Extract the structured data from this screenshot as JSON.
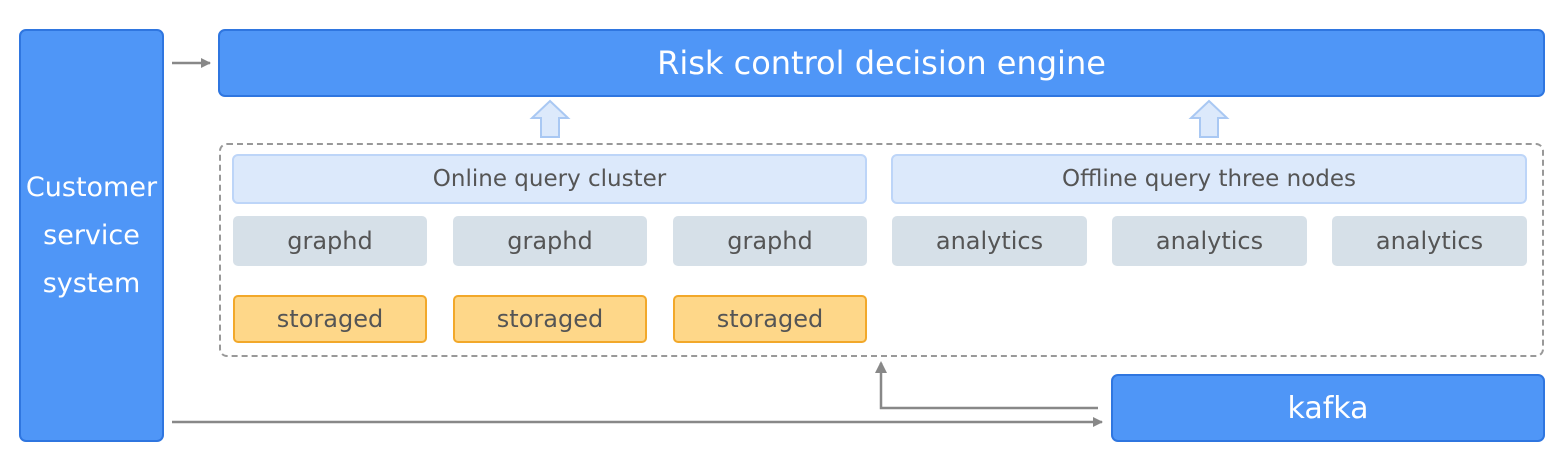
{
  "customer_service": {
    "label": "Customer service system",
    "lines": [
      "Customer",
      "service",
      "system"
    ]
  },
  "engine": {
    "label": "Risk control decision engine"
  },
  "online_cluster": {
    "label": "Online query cluster",
    "graphd": [
      "graphd",
      "graphd",
      "graphd"
    ],
    "storaged": [
      "storaged",
      "storaged",
      "storaged"
    ]
  },
  "offline_cluster": {
    "label": "Offline query three nodes",
    "analytics": [
      "analytics",
      "analytics",
      "analytics"
    ]
  },
  "kafka": {
    "label": "kafka"
  },
  "colors": {
    "primary_blue": "#4f96f7",
    "light_blue": "#dce9fb",
    "gray": "#d6e0e8",
    "orange": "#fed789",
    "arrow": "#888888"
  }
}
